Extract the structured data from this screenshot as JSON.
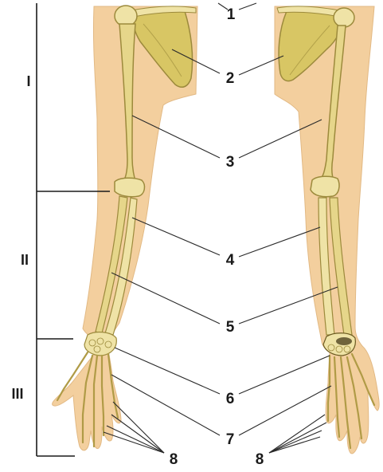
{
  "diagram": {
    "section_labels": [
      "I",
      "II",
      "III"
    ],
    "callout_numbers": [
      "1",
      "2",
      "3",
      "4",
      "5",
      "6",
      "7",
      "8",
      "8"
    ],
    "colors": {
      "skin": "#f3cf9e",
      "skin_shadow": "#e8b87f",
      "bone": "#e2d184",
      "bone_light": "#f3e9b4",
      "bone_dark": "#9c8a3c",
      "scapula": "#d4c35e",
      "line": "#2a2a2a",
      "text": "#1a1a1a"
    }
  }
}
